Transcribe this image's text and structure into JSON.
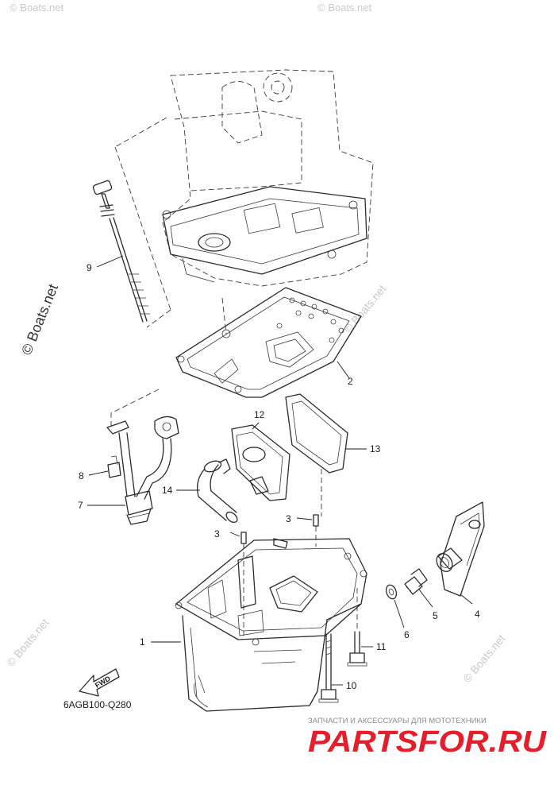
{
  "watermark": "© Boats.net",
  "diagram_code": "6AGB100-Q280",
  "fwd_label": "FWD",
  "footer": {
    "caption": "ЗАПЧАСТИ И АКСЕССУАРЫ ДЛЯ МОТОТЕХНИКИ",
    "brand": "PARTSFOR.RU"
  },
  "callouts": [
    "1",
    "2",
    "3",
    "3",
    "4",
    "5",
    "6",
    "7",
    "8",
    "9",
    "10",
    "11",
    "12",
    "13",
    "14"
  ],
  "colors": {
    "line": "#2a2a2a",
    "watermark": "#c9c9c9",
    "brand_red": "#e41f2b"
  }
}
